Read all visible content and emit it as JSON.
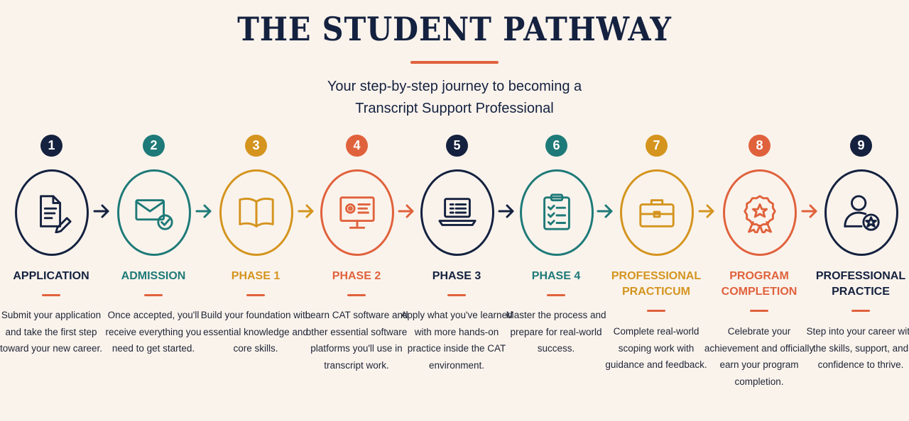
{
  "title": "THE STUDENT PATHWAY",
  "subtitle_line1": "Your step-by-step journey to becoming a",
  "subtitle_line2": "Transcript Support Professional",
  "steps": [
    {
      "number": "1",
      "label_line1": "APPLICATION",
      "label_line2": "",
      "description": "Submit your application and take the first step toward your new career.",
      "color": "#14213f",
      "icon": "document-pen-icon"
    },
    {
      "number": "2",
      "label_line1": "ADMISSION",
      "label_line2": "",
      "description": "Once accepted, you'll receive everything you need to get started.",
      "color": "#1e7a78",
      "icon": "envelope-check-icon"
    },
    {
      "number": "3",
      "label_line1": "PHASE 1",
      "label_line2": "",
      "description": "Build your foundation with essential knowledge and core skills.",
      "color": "#d4941e",
      "icon": "open-book-icon"
    },
    {
      "number": "4",
      "label_line1": "PHASE 2",
      "label_line2": "",
      "description": "Learn CAT software and other essential software platforms you'll use in transcript work.",
      "color": "#e0623c",
      "icon": "monitor-gear-icon"
    },
    {
      "number": "5",
      "label_line1": "PHASE 3",
      "label_line2": "",
      "description": "Apply what you've learned with more hands-on practice inside the CAT environment.",
      "color": "#14213f",
      "icon": "laptop-icon"
    },
    {
      "number": "6",
      "label_line1": "PHASE 4",
      "label_line2": "",
      "description": "Master the process and prepare for real-world success.",
      "color": "#1e7a78",
      "icon": "clipboard-checklist-icon"
    },
    {
      "number": "7",
      "label_line1": "PROFESSIONAL",
      "label_line2": "PRACTICUM",
      "description": "Complete real-world scoping work with guidance and feedback.",
      "color": "#d4941e",
      "icon": "briefcase-icon"
    },
    {
      "number": "8",
      "label_line1": "PROGRAM",
      "label_line2": "COMPLETION",
      "description": "Celebrate your achievement and officially earn your program completion.",
      "color": "#e0623c",
      "icon": "award-ribbon-icon"
    },
    {
      "number": "9",
      "label_line1": "PROFESSIONAL",
      "label_line2": "PRACTICE",
      "description": "Step into your career with the skills, support, and confidence to thrive.",
      "color": "#14213f",
      "icon": "user-star-icon"
    }
  ],
  "arrow_colors": [
    "#14213f",
    "#1e7a78",
    "#d4941e",
    "#e0623c",
    "#14213f",
    "#1e7a78",
    "#d4941e",
    "#e0623c"
  ]
}
